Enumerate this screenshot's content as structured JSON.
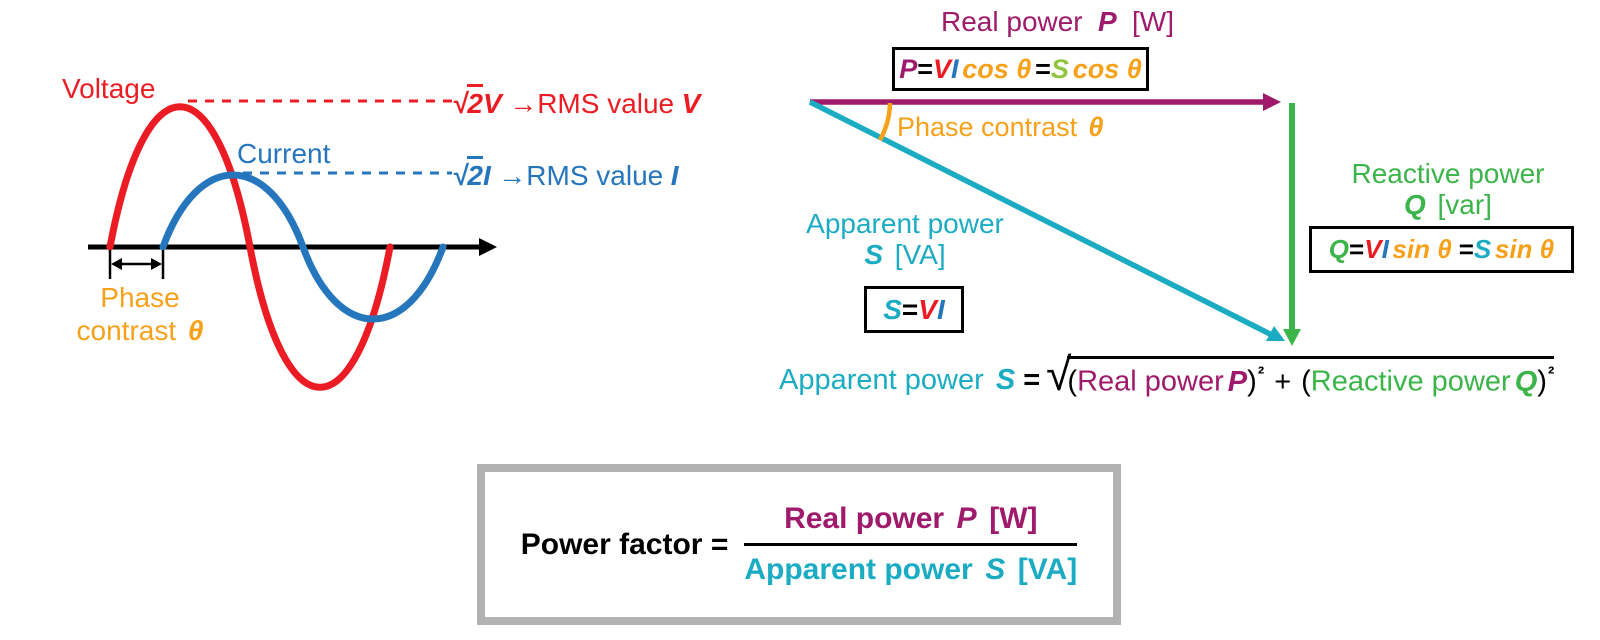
{
  "colors": {
    "red": "#EC1C24",
    "blue": "#2576BC",
    "orange": "#F7A11A",
    "purple": "#A01A6B",
    "teal": "#1BACC4",
    "green": "#3BB54A",
    "light-green": "#8FC43F",
    "black": "#000000",
    "box-gray": "#B2B2B2"
  },
  "waveform": {
    "voltage_label": "Voltage",
    "current_label": "Current",
    "voltage_rms": {
      "radical": "√",
      "radicand": "2",
      "amplitude_var": "V",
      "arrow": "→",
      "label": "RMS value",
      "value_var": "V"
    },
    "current_rms": {
      "radical": "√",
      "radicand": "2",
      "amplitude_var": "I",
      "arrow": "→",
      "label": "RMS value",
      "value_var": "I"
    },
    "phase_line1": "Phase",
    "phase_line2": "contrast",
    "phase_var": "θ"
  },
  "triangle": {
    "real_label": {
      "prefix": "Real power",
      "var": "P",
      "unit": "[W]"
    },
    "real_formula": {
      "lhs": "P",
      "eq1": "=",
      "v": "V",
      "i": "I",
      "trig1": "cos θ",
      "eq2": "=",
      "s": "S",
      "trig2": "cos θ"
    },
    "phase_label": {
      "prefix": "Phase contrast",
      "var": "θ"
    },
    "apparent_label": {
      "line1": "Apparent power",
      "var": "S",
      "unit": "[VA]"
    },
    "apparent_formula": {
      "lhs": "S",
      "eq": "=",
      "v": "V",
      "i": "I"
    },
    "reactive_label": {
      "line1": "Reactive power",
      "var": "Q",
      "unit": "[var]"
    },
    "reactive_formula": {
      "lhs": "Q",
      "eq1": "=",
      "v": "V",
      "i": "I",
      "trig1": "sin θ",
      "eq2": "=",
      "s": "S",
      "trig2": "sin θ"
    }
  },
  "root_formula": {
    "lhs_prefix": "Apparent power",
    "lhs_var": "S",
    "equals": "=",
    "radical": "√",
    "open1": "(",
    "real_text": "Real power",
    "real_var": "P",
    "close1": ")",
    "sq1": "²",
    "plus": "+",
    "open2": "(",
    "reactive_text": "Reactive power",
    "reactive_var": "Q",
    "close2": ")",
    "sq2": "²"
  },
  "power_factor": {
    "label": "Power factor =",
    "numerator": {
      "text": "Real power",
      "var": "P",
      "unit": "[W]"
    },
    "denominator": {
      "text": "Apparent power",
      "var": "S",
      "unit": "[VA]"
    }
  }
}
